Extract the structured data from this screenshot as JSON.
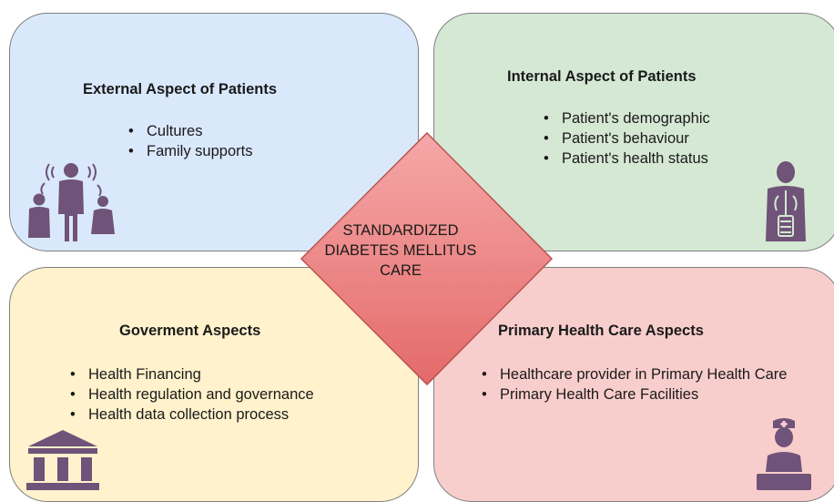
{
  "quadrants": {
    "external": {
      "title": "External Aspect of Patients",
      "items": [
        "Cultures",
        "Family supports"
      ],
      "icon": "family-icon",
      "color": "#dae8fc"
    },
    "internal": {
      "title": "Internal Aspect of Patients",
      "items": [
        "Patient's demographic",
        "Patient's behaviour",
        "Patient's health status"
      ],
      "icon": "body-anatomy-icon",
      "color": "#d5e8d4"
    },
    "government": {
      "title": "Goverment Aspects",
      "items": [
        "Health Financing",
        "Health regulation and governance",
        "Health data collection process"
      ],
      "icon": "government-building-icon",
      "color": "#fff2cc"
    },
    "primary": {
      "title": "Primary Health Care Aspects",
      "items": [
        "Healthcare provider in Primary Health Care",
        "Primary Health Care Facilities"
      ],
      "icon": "nurse-icon",
      "color": "#f8cecc"
    }
  },
  "center": {
    "lines": [
      "STANDARDIZED",
      "DIABETES MELLITUS",
      "CARE"
    ]
  },
  "colors": {
    "icon": "#6f5378",
    "border": "#7f7f7f",
    "diamond_top": "#f6a8a8",
    "diamond_bottom": "#e46a6a"
  }
}
